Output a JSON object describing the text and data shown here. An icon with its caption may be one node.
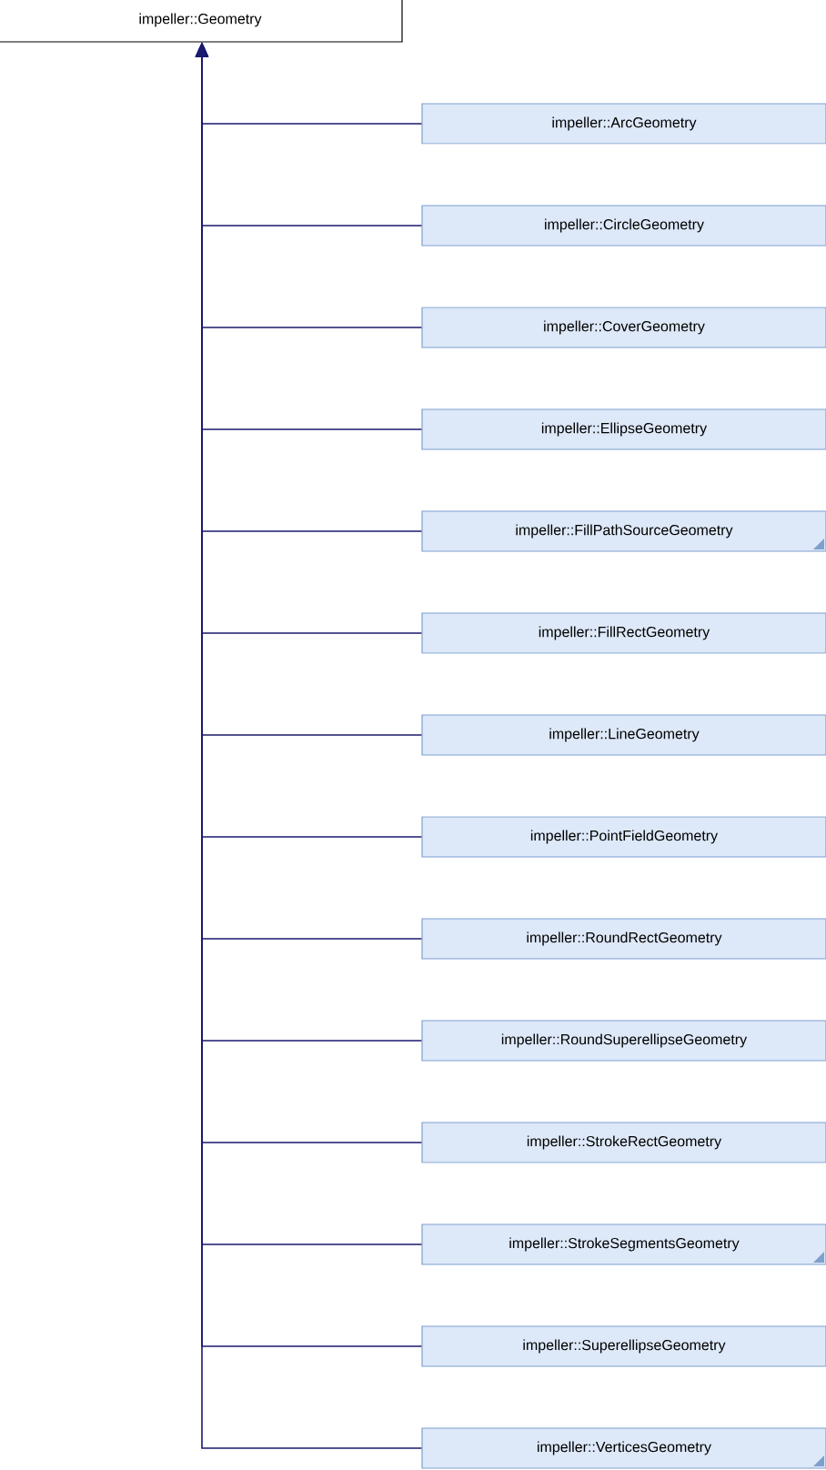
{
  "diagram": {
    "nodes": [
      {
        "text": [
          "impeller::Geometry"
        ]
      },
      {
        "text": [
          "impeller::ArcGeometry"
        ]
      },
      {
        "text": [
          "impeller::CircleGeometry"
        ]
      },
      {
        "text": [
          "impeller::CoverGeometry"
        ]
      },
      {
        "text": [
          "impeller::EllipseGeometry"
        ]
      },
      {
        "text": [
          "impeller::FillPathSourceGeometry"
        ]
      },
      {
        "text": [
          "impeller::FillRectGeometry"
        ]
      },
      {
        "text": [
          "impeller::LineGeometry"
        ]
      },
      {
        "text": [
          "impeller::PointFieldGeometry"
        ]
      },
      {
        "text": [
          "impeller::RoundRectGeometry"
        ]
      },
      {
        "text": [
          "impeller::RoundSuperellipseGeometry"
        ]
      },
      {
        "text": [
          "impeller::StrokeRectGeometry"
        ]
      },
      {
        "text": [
          "impeller::StrokeSegmentsGeometry"
        ]
      },
      {
        "text": [
          "impeller::SuperellipseGeometry"
        ]
      },
      {
        "text": [
          "impeller::VerticesGeometry"
        ]
      }
    ],
    "edges": [
      {
        "from": 1,
        "to": 0,
        "arrow": "to"
      },
      {
        "from": 2,
        "to": 0,
        "arrow": "to"
      },
      {
        "from": 3,
        "to": 0,
        "arrow": "to"
      },
      {
        "from": 4,
        "to": 0,
        "arrow": "to"
      },
      {
        "from": 5,
        "to": 0,
        "arrow": "to"
      },
      {
        "from": 6,
        "to": 0,
        "arrow": "to"
      },
      {
        "from": 7,
        "to": 0,
        "arrow": "to"
      },
      {
        "from": 8,
        "to": 0,
        "arrow": "to"
      },
      {
        "from": 9,
        "to": 0,
        "arrow": "to"
      },
      {
        "from": 10,
        "to": 0,
        "arrow": "to"
      },
      {
        "from": 11,
        "to": 0,
        "arrow": "to"
      },
      {
        "from": 12,
        "to": 0,
        "arrow": "to"
      },
      {
        "from": 13,
        "to": 0,
        "arrow": "to"
      },
      {
        "from": 14,
        "to": 0,
        "arrow": "to"
      }
    ]
  }
}
